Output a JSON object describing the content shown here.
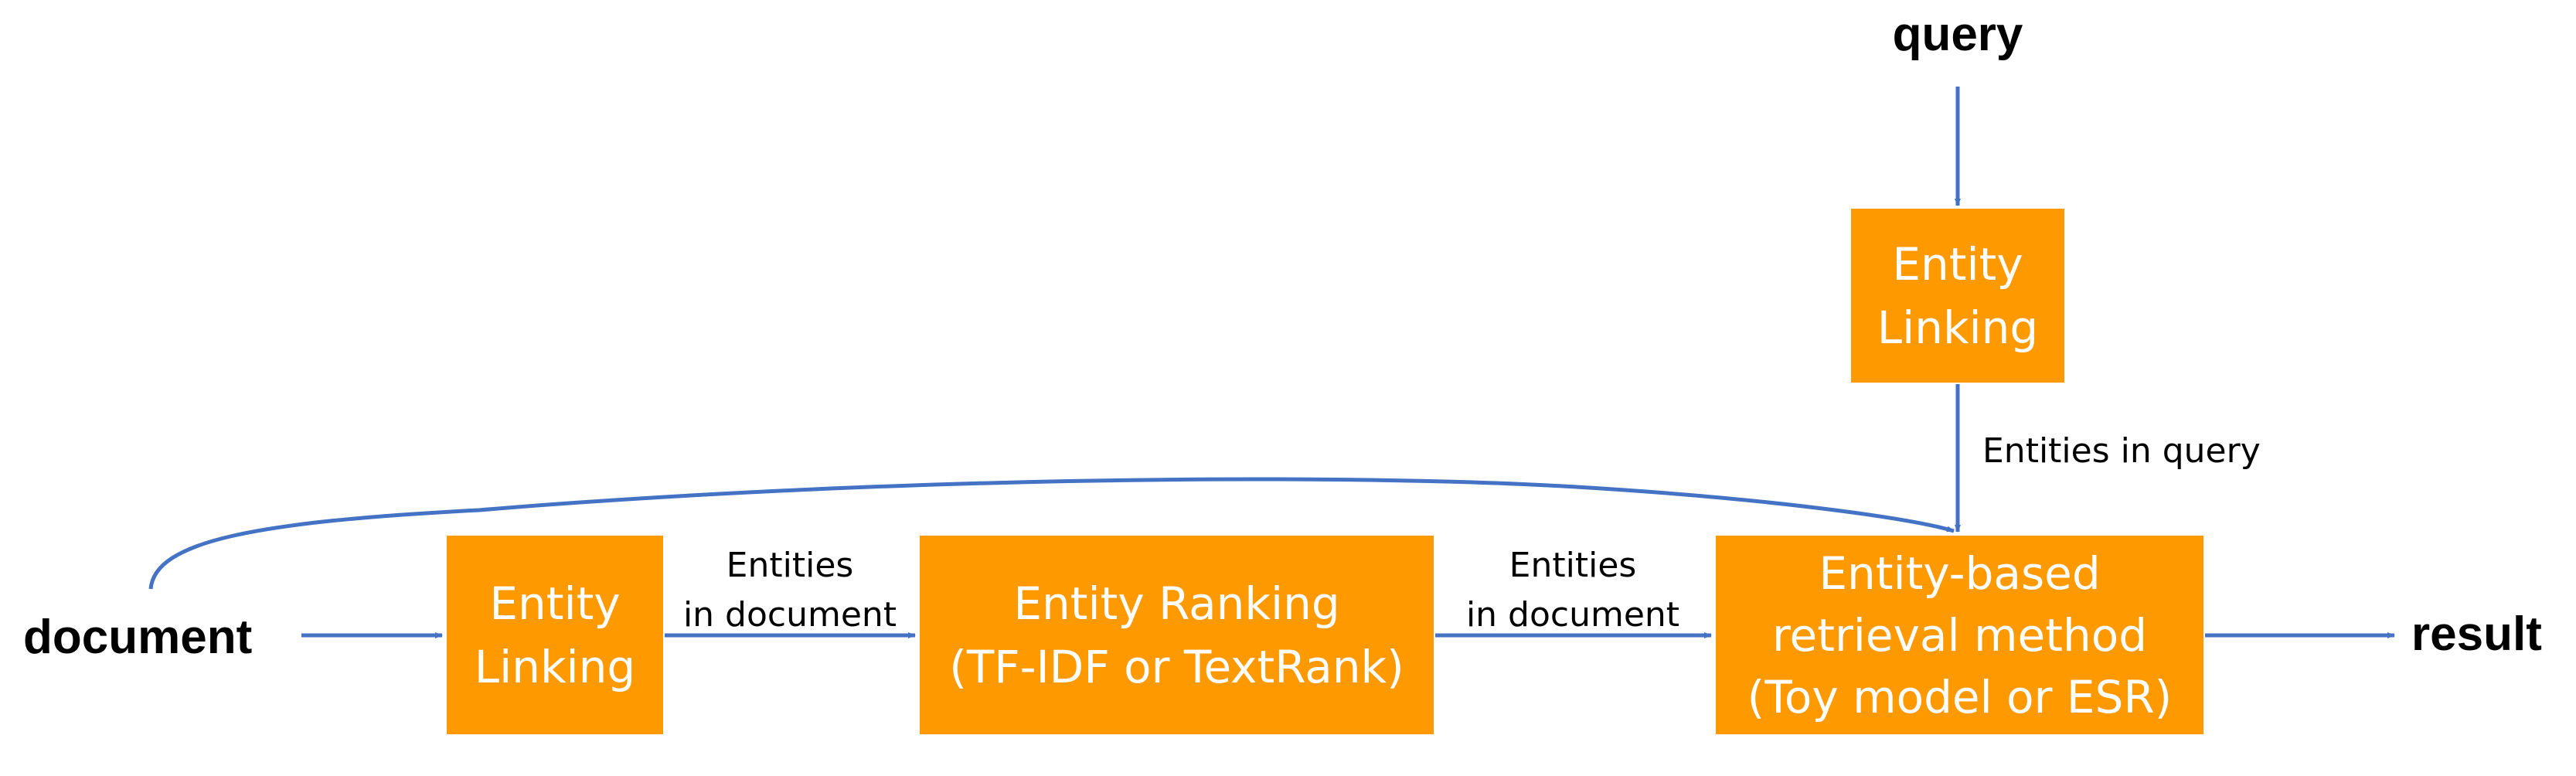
{
  "terminals": {
    "query": "query",
    "document": "document",
    "result": "result"
  },
  "boxes": {
    "query_linking": {
      "line1": "Entity",
      "line2": "Linking"
    },
    "doc_linking": {
      "line1": "Entity",
      "line2": "Linking"
    },
    "ranking": {
      "line1": "Entity Ranking",
      "line2": "(TF-IDF or TextRank)"
    },
    "retrieval": {
      "line1": "Entity-based",
      "line2": "retrieval method",
      "line3": "(Toy model or ESR)"
    }
  },
  "edge_labels": {
    "entities_in_query": "Entities in query",
    "entities_in_document_1": {
      "line1": "Entities",
      "line2": "in document"
    },
    "entities_in_document_2": {
      "line1": "Entities",
      "line2": "in document"
    }
  },
  "colors": {
    "box_fill": "#FF9900",
    "box_text": "#FFFFFF",
    "arrow": "#4472C4"
  }
}
